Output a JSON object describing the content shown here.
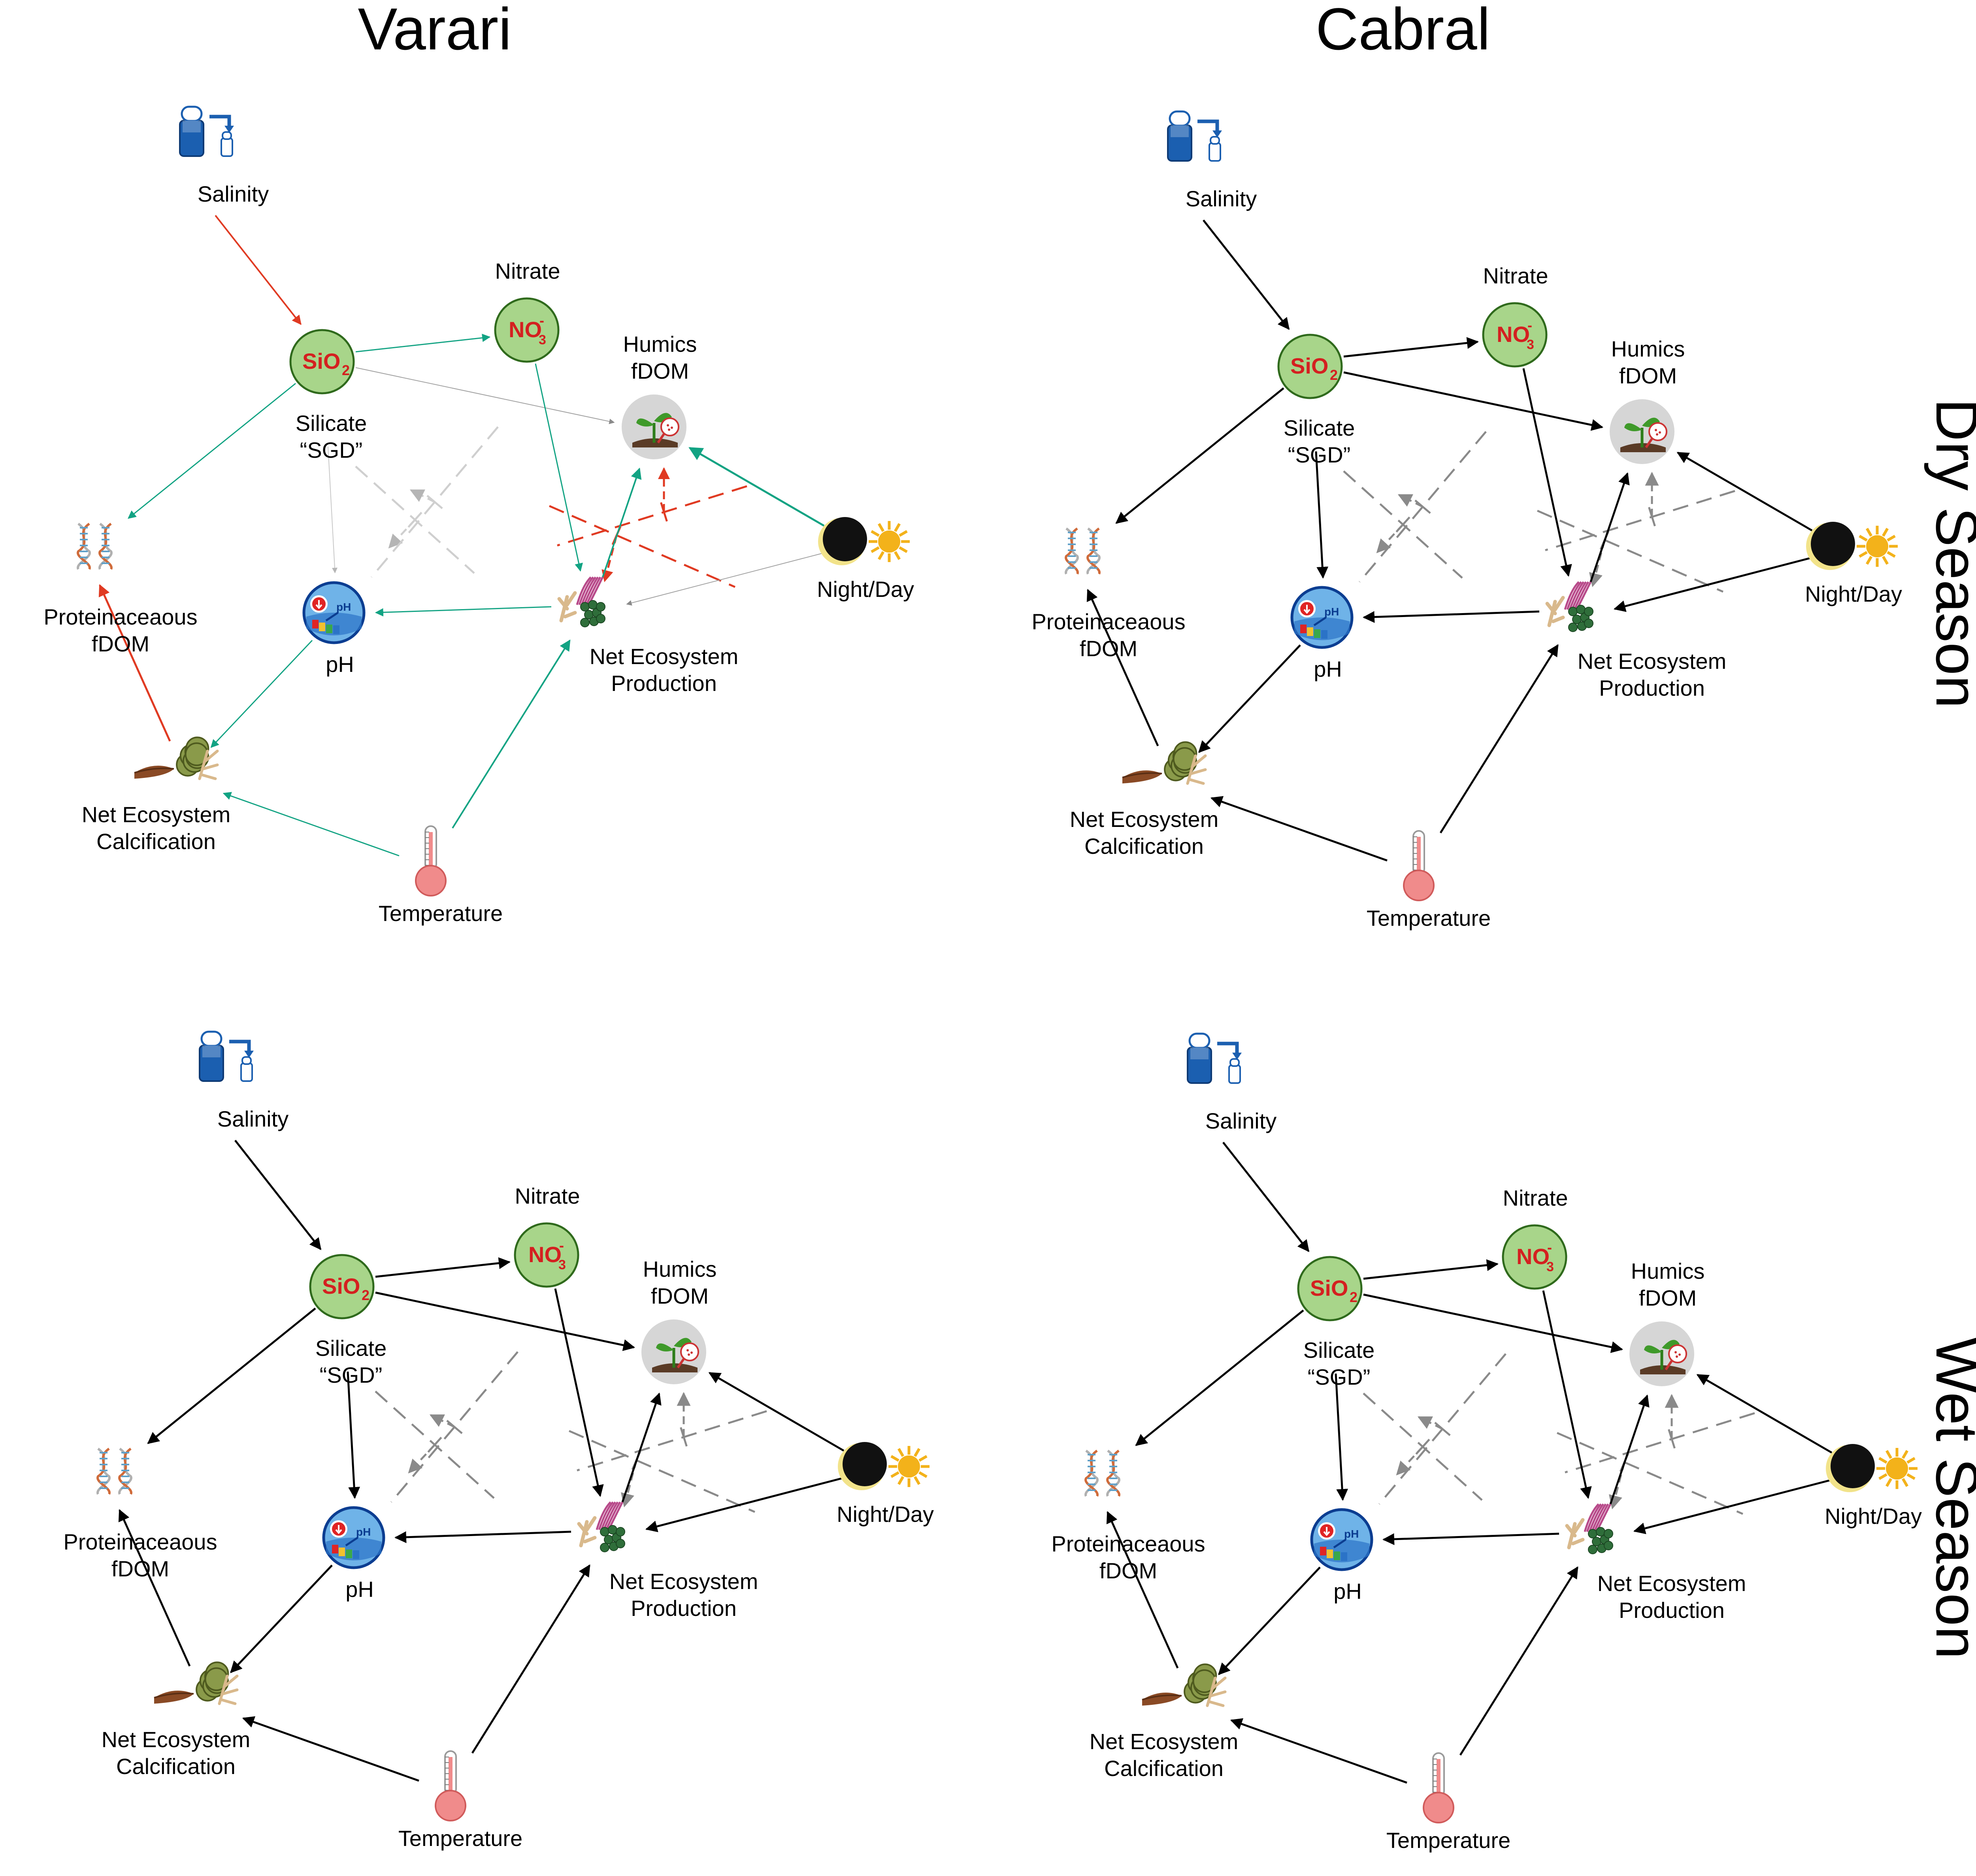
{
  "titles": {
    "varari": "Varari",
    "cabral": "Cabral",
    "dry_season": "Dry Season",
    "wet_season": "Wet Season"
  },
  "labels": {
    "salinity": "Salinity",
    "nitrate": "Nitrate",
    "silicate_1": "Silicate",
    "silicate_2": "“SGD”",
    "humics_1": "Humics",
    "humics_2": "fDOM",
    "prot_1": "Proteinaceaous",
    "prot_2": "fDOM",
    "ph": "pH",
    "nep_1": "Net Ecosystem",
    "nep_2": "Production",
    "nec_1": "Net Ecosystem",
    "nec_2": "Calcification",
    "nightday": "Night/Day",
    "temperature": "Temperature"
  },
  "icon_text": {
    "sio2": "SiO",
    "sio2_sub": "2",
    "no3": "NO",
    "no3_sub": "3",
    "no3_sup": "-",
    "ph_badge": "pH"
  },
  "colors": {
    "positive_green": "#12a383",
    "negative_red": "#e03a22",
    "neutral_gray": "#9a9a9a",
    "black": "#000000",
    "node_green": "#a8d58a",
    "node_gray": "#d6d6d6",
    "water_blue": "#1b5fb0"
  },
  "panels": [
    {
      "id": "varari-dry",
      "site": "Varari",
      "season": "Dry Season",
      "styled": "colored"
    },
    {
      "id": "cabral-dry",
      "site": "Cabral",
      "season": "Dry Season",
      "styled": "black"
    },
    {
      "id": "varari-wet",
      "site": "Varari",
      "season": "Wet Season",
      "styled": "black"
    },
    {
      "id": "cabral-wet",
      "site": "Cabral",
      "season": "Wet Season",
      "styled": "black"
    }
  ]
}
